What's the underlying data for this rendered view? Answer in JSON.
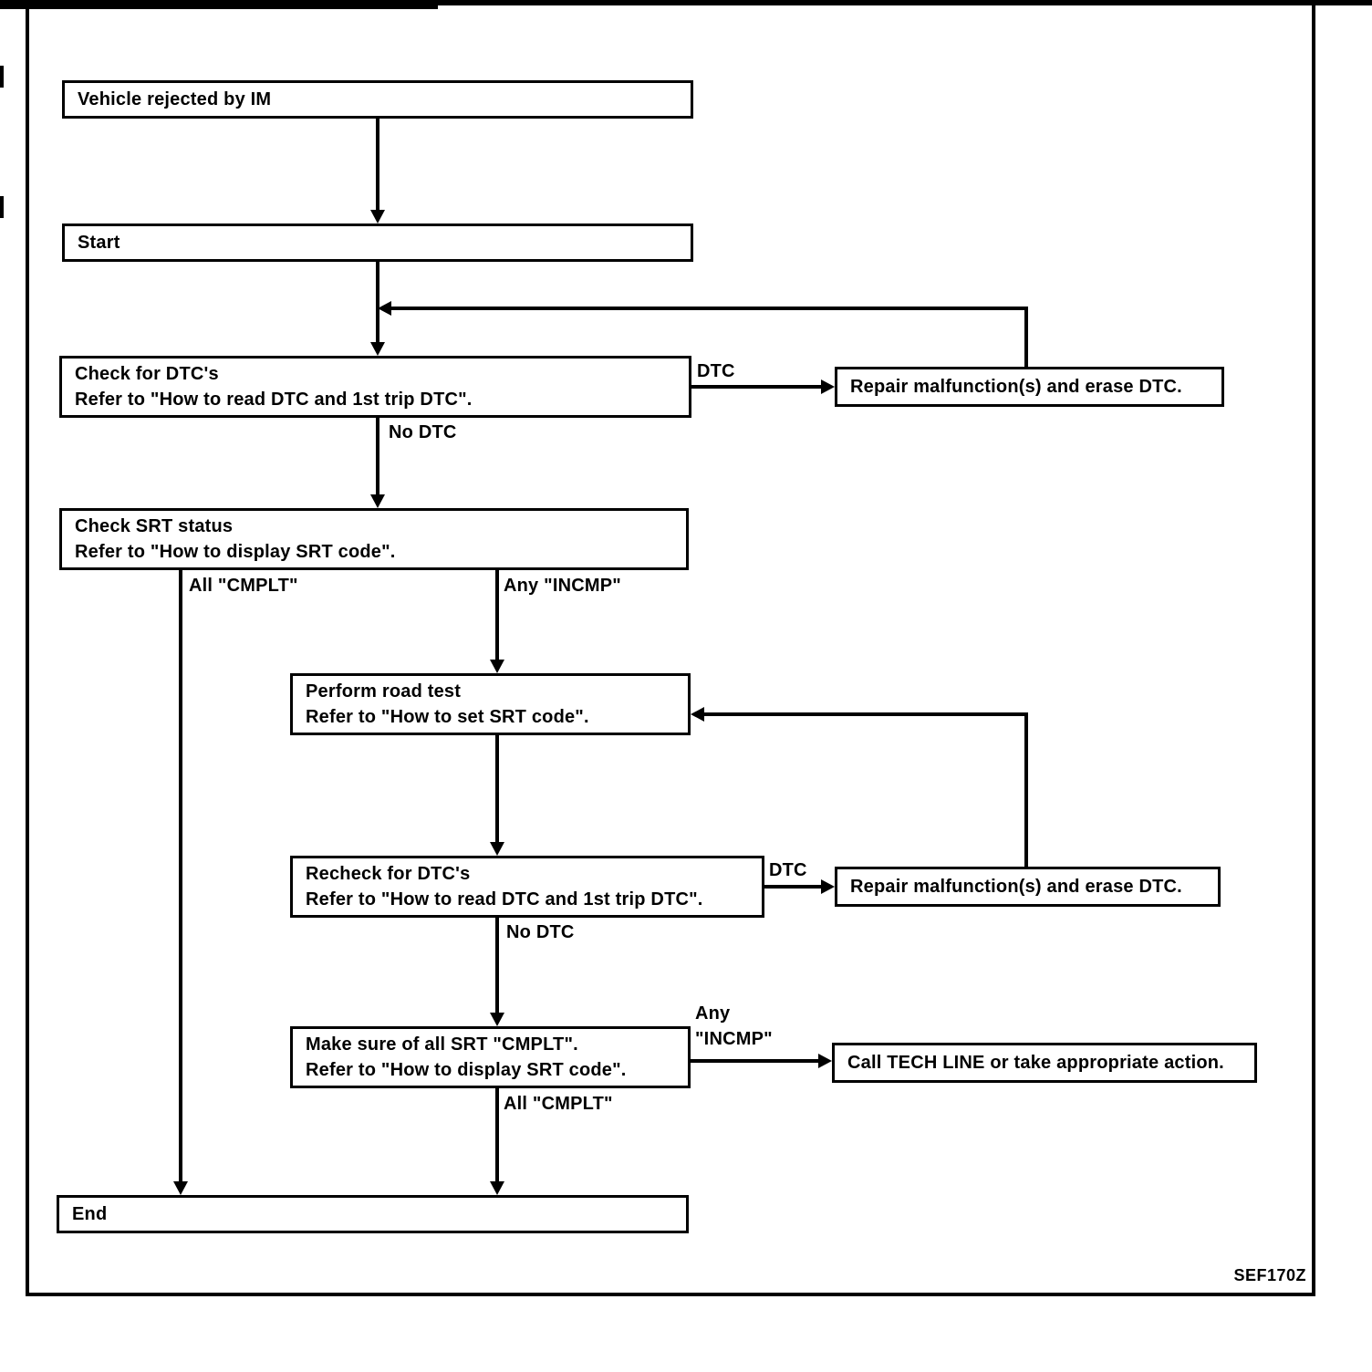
{
  "diagram": {
    "figure_code": "SEF170Z",
    "nodes": {
      "vehicle_rejected": {
        "line1": "Vehicle rejected by IM"
      },
      "start": {
        "line1": "Start"
      },
      "check_dtc": {
        "line1": "Check for DTC's",
        "line2": "Refer to \"How to read DTC and 1st trip DTC\"."
      },
      "repair_1": {
        "line1": "Repair malfunction(s) and erase DTC."
      },
      "check_srt": {
        "line1": "Check SRT status",
        "line2": "Refer to \"How to display SRT code\"."
      },
      "road_test": {
        "line1": "Perform road test",
        "line2": "Refer to \"How to set SRT code\"."
      },
      "recheck_dtc": {
        "line1": "Recheck for DTC's",
        "line2": "Refer to \"How to read DTC and 1st trip DTC\"."
      },
      "repair_2": {
        "line1": "Repair malfunction(s) and erase DTC."
      },
      "make_sure_srt": {
        "line1": "Make sure of all SRT \"CMPLT\".",
        "line2": "Refer to \"How to display SRT code\"."
      },
      "call_tech_line": {
        "line1": "Call TECH LINE or take appropriate action."
      },
      "end": {
        "line1": "End"
      }
    },
    "edge_labels": {
      "dtc_1": "DTC",
      "no_dtc_1": "No DTC",
      "all_cmplt_1": "All \"CMPLT\"",
      "any_incmp_1": "Any \"INCMP\"",
      "dtc_2": "DTC",
      "no_dtc_2": "No DTC",
      "any_2_line1": "Any",
      "any_2_line2": "\"INCMP\"",
      "all_cmplt_2": "All \"CMPLT\""
    }
  }
}
